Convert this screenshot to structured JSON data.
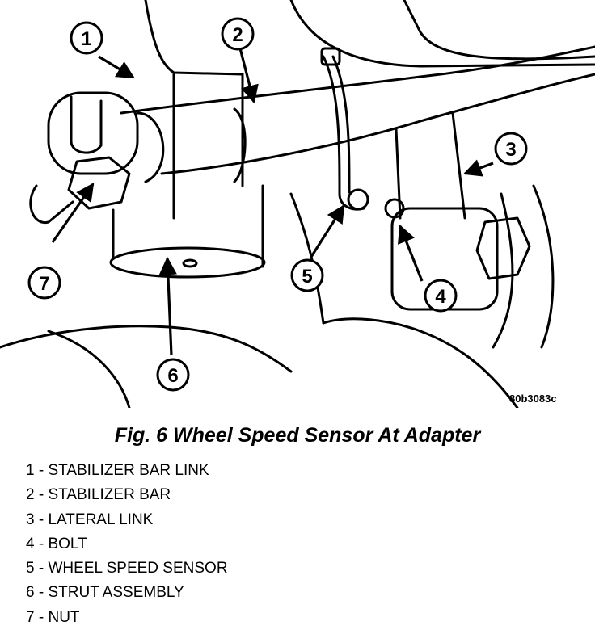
{
  "figure": {
    "code": "80b3083c",
    "caption": "Fig. 6 Wheel Speed Sensor At Adapter"
  },
  "callouts": [
    {
      "number": "1",
      "label": "STABILIZER BAR LINK"
    },
    {
      "number": "2",
      "label": "STABILIZER BAR"
    },
    {
      "number": "3",
      "label": "LATERAL LINK"
    },
    {
      "number": "4",
      "label": "BOLT"
    },
    {
      "number": "5",
      "label": "WHEEL SPEED SENSOR"
    },
    {
      "number": "6",
      "label": "STRUT ASSEMBLY"
    },
    {
      "number": "7",
      "label": "NUT"
    }
  ],
  "legend_separator": " - "
}
